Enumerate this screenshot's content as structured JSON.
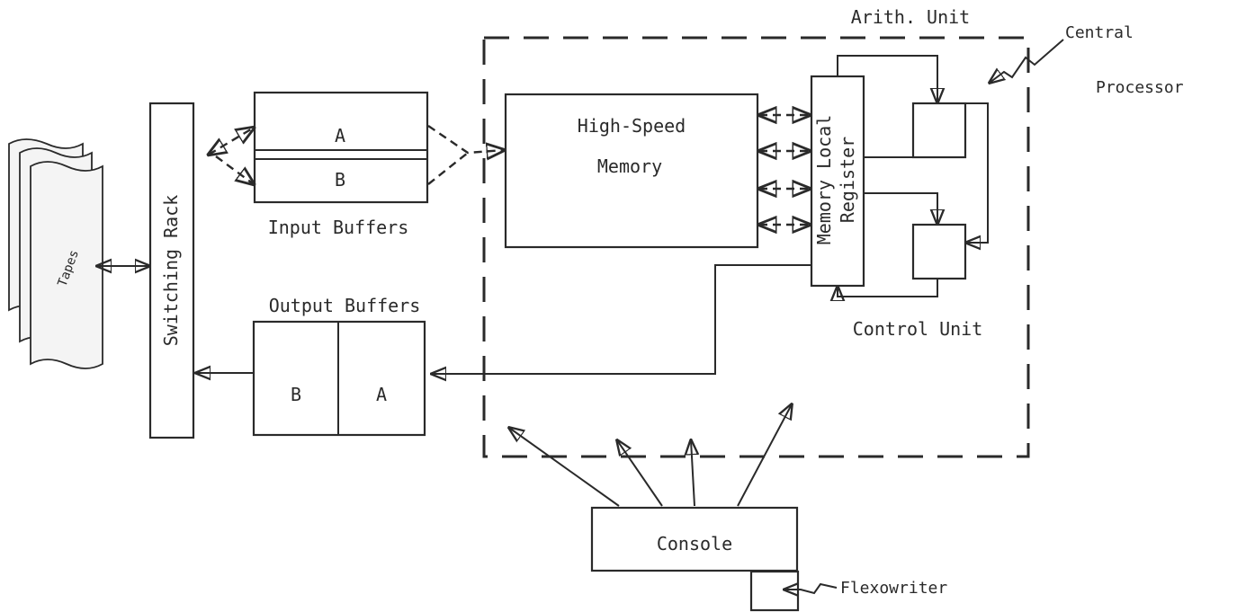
{
  "labels": {
    "arith_unit": "Arith. Unit",
    "central_processor_1": "Central",
    "central_processor_2": "Processor",
    "switching_rack": "Switching Rack",
    "input_a": "A",
    "input_b": "B",
    "input_buffers": "Input Buffers",
    "high_speed_memory_1": "High-Speed",
    "high_speed_memory_2": "Memory",
    "memory_local_register_1": "Memory Local",
    "memory_local_register_2": "Register",
    "output_buffers": "Output Buffers",
    "output_b": "B",
    "output_a": "A",
    "control_unit": "Control Unit",
    "console": "Console",
    "flexowriter": "Flexowriter",
    "tapes": "Tapes"
  }
}
